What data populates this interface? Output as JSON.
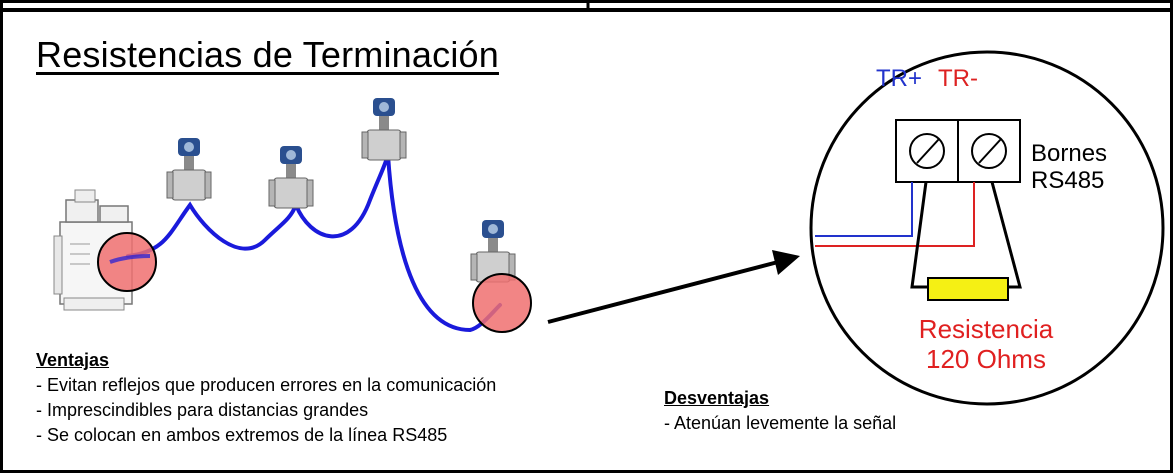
{
  "title": "Resistencias de Terminación",
  "advantages": {
    "heading": "Ventajas",
    "items": [
      "- Evitan reflejos que producen errores en la comunicación",
      "- Imprescindibles para distancias grandes",
      "- Se colocan en ambos extremos de la línea RS485"
    ]
  },
  "disadvantages": {
    "heading": "Desventajas",
    "items": [
      "- Atenúan levemente la señal"
    ]
  },
  "detail": {
    "tr_plus": "TR+",
    "tr_minus": "TR-",
    "terminals_line1": "Bornes",
    "terminals_line2": "RS485",
    "resistor_line1": "Resistencia",
    "resistor_line2": "120 Ohms"
  },
  "colors": {
    "tr_plus": "#2233cc",
    "tr_minus": "#dd2222",
    "cable": "#1a1adb",
    "highlight": "#f07070",
    "resistor": "#f5f014",
    "resistor_label": "#e02020"
  }
}
